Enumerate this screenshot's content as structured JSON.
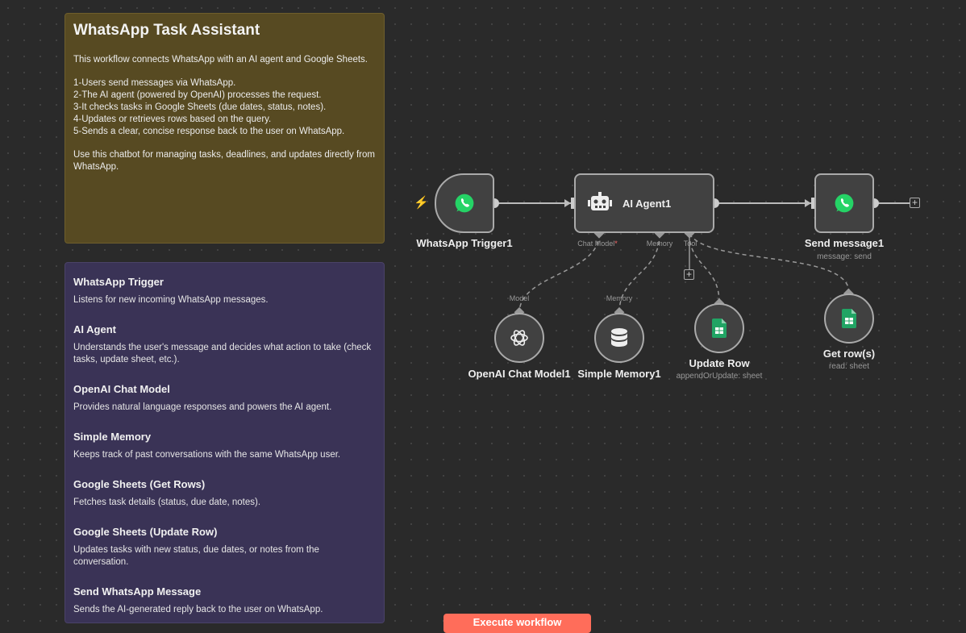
{
  "intro_note": {
    "title": "WhatsApp Task Assistant",
    "line1": "This workflow connects WhatsApp with an AI agent and Google Sheets.",
    "steps": [
      "1-Users send messages via WhatsApp.",
      "2-The AI agent (powered by OpenAI) processes the request.",
      "3-It checks tasks in Google Sheets (due dates, status, notes).",
      "4-Updates or retrieves rows based on the query.",
      "5-Sends a clear, concise response back to the user on WhatsApp."
    ],
    "closing": "Use this chatbot for managing tasks, deadlines, and updates directly from WhatsApp."
  },
  "components_note": {
    "sections": [
      {
        "title": "WhatsApp Trigger",
        "desc": "Listens for new incoming WhatsApp messages."
      },
      {
        "title": "AI Agent",
        "desc": "Understands the user's message and decides what action to take (check tasks, update sheet, etc.)."
      },
      {
        "title": "OpenAI Chat Model",
        "desc": "Provides natural language responses and powers the AI agent."
      },
      {
        "title": "Simple Memory",
        "desc": "Keeps track of past conversations with the same WhatsApp user."
      },
      {
        "title": "Google Sheets (Get Rows)",
        "desc": "Fetches task details (status, due date, notes)."
      },
      {
        "title": "Google Sheets (Update Row)",
        "desc": "Updates tasks with new status, due dates, or notes from the conversation."
      },
      {
        "title": "Send WhatsApp Message",
        "desc": "Sends the AI-generated reply back to the user on WhatsApp."
      }
    ]
  },
  "nodes": {
    "trigger": {
      "label": "WhatsApp Trigger1"
    },
    "agent": {
      "label": "AI Agent1",
      "port_chat_model": "Chat Model",
      "port_required": "*",
      "port_memory": "Memory",
      "port_tool": "Tool"
    },
    "send": {
      "label": "Send message1",
      "sub": "message: send"
    },
    "openai": {
      "label": "OpenAI Chat Model1",
      "port": "Model"
    },
    "memory": {
      "label": "Simple Memory1",
      "port": "Memory"
    },
    "update_row": {
      "label": "Update Row",
      "sub": "appendOrUpdate: sheet"
    },
    "get_rows": {
      "label": "Get row(s)",
      "sub": "read: sheet"
    }
  },
  "bottom_button": {
    "label": "Execute workflow"
  },
  "colors": {
    "accent": "#ff6d5a",
    "whatsapp": "#25d366",
    "sheets": "#21a464"
  }
}
